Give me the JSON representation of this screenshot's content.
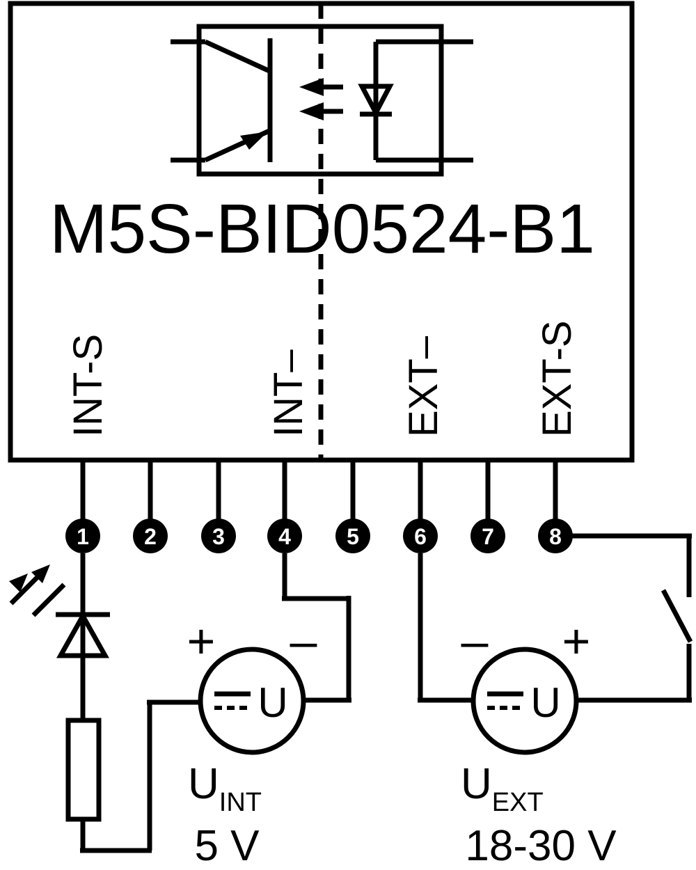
{
  "module": {
    "name": "M5S-BID0524-B1"
  },
  "pin_labels": {
    "int_s": "INT-S",
    "int_minus": "INT–",
    "ext_minus": "EXT–",
    "ext_s": "EXT-S"
  },
  "pins": [
    "1",
    "2",
    "3",
    "4",
    "5",
    "6",
    "7",
    "8"
  ],
  "source_int": {
    "plus": "+",
    "minus": "–",
    "symbol": "U",
    "label_main": "U",
    "label_sub": "INT",
    "voltage": "5 V"
  },
  "source_ext": {
    "plus": "+",
    "minus": "–",
    "symbol": "U",
    "label_main": "U",
    "label_sub": "EXT",
    "voltage": "18-30 V"
  }
}
